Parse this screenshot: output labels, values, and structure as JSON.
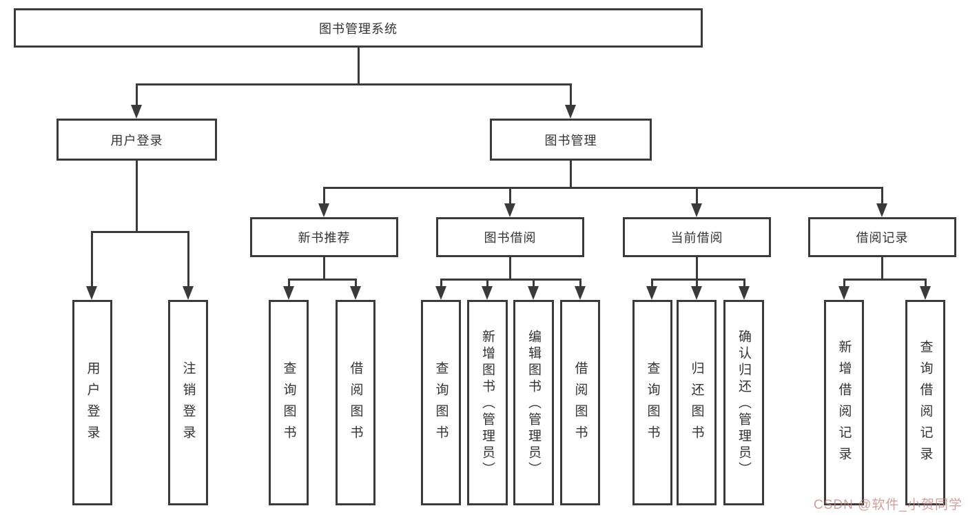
{
  "tree": {
    "label": "图书管理系统",
    "children": [
      {
        "label": "用户登录",
        "children": [
          {
            "label": "用户登录"
          },
          {
            "label": "注销登录"
          }
        ]
      },
      {
        "label": "图书管理",
        "children": [
          {
            "label": "新书推荐",
            "children": [
              {
                "label": "查询图书"
              },
              {
                "label": "借阅图书"
              }
            ]
          },
          {
            "label": "图书借阅",
            "children": [
              {
                "label": "查询图书"
              },
              {
                "label": "新增图书（管理员）"
              },
              {
                "label": "编辑图书（管理员）"
              },
              {
                "label": "借阅图书"
              }
            ]
          },
          {
            "label": "当前借阅",
            "children": [
              {
                "label": "查询图书"
              },
              {
                "label": "归还图书"
              },
              {
                "label": "确认归还（管理员）"
              }
            ]
          },
          {
            "label": "借阅记录",
            "children": [
              {
                "label": "新增借阅记录"
              },
              {
                "label": "查询借阅记录"
              }
            ]
          }
        ]
      }
    ]
  },
  "watermark": {
    "text": "CSDN @软件_小贺同学"
  },
  "colors": {
    "line": "#3a3a3a",
    "text": "#333333",
    "background": "#ffffff",
    "watermark": "#c47d7a"
  }
}
